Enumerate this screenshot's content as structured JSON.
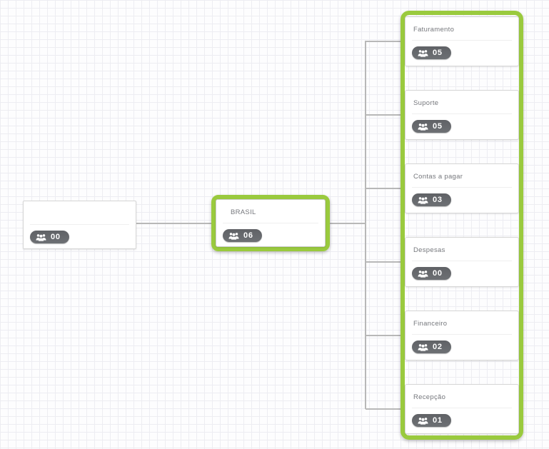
{
  "diagram": {
    "type": "org-chart",
    "root": {
      "label": "",
      "count": "00"
    },
    "selected_node": {
      "label": "BRASIL",
      "count": "06"
    },
    "children": [
      {
        "label": "Faturamento",
        "count": "05"
      },
      {
        "label": "Suporte",
        "count": "05"
      },
      {
        "label": "Contas a pagar",
        "count": "03"
      },
      {
        "label": "Despesas",
        "count": "00"
      },
      {
        "label": "Financeiro",
        "count": "02"
      },
      {
        "label": "Recepção",
        "count": "01"
      }
    ],
    "icons": {
      "badge": "users-icon"
    },
    "colors": {
      "highlight_green": "#9aca3e",
      "badge_bg": "#67696e",
      "badge_text": "#ffffff",
      "label_text": "#75777c",
      "card_border": "#d6d6d6",
      "connector": "#b8b8b8",
      "grid_line": "#ededf2",
      "canvas_bg": "#fdfdfe"
    }
  }
}
